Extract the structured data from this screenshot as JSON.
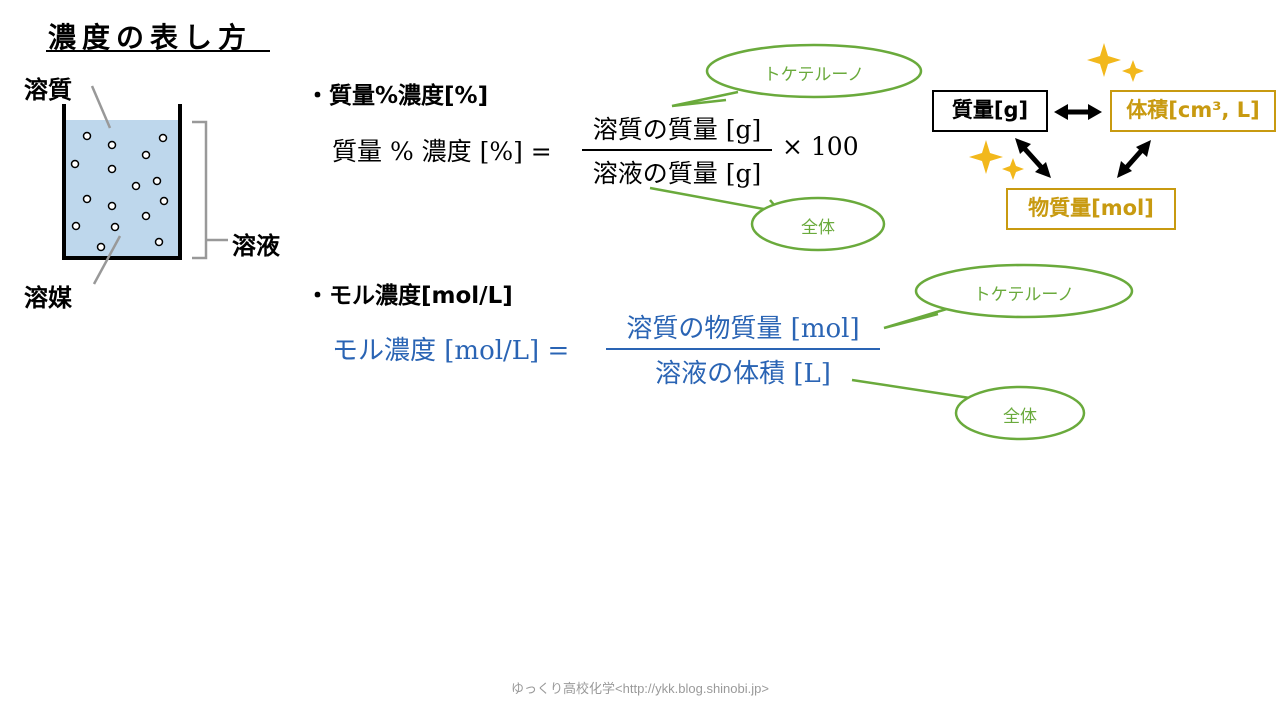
{
  "title": "濃度の表し方",
  "beaker": {
    "solute_label": "溶質",
    "solution_label": "溶液",
    "solvent_label": "溶媒"
  },
  "mass_percent": {
    "heading": "・質量%濃度[%]",
    "lhs": "質量 % 濃度 [%] =",
    "numerator": "溶質の質量 [g]",
    "denominator": "溶液の質量 [g]",
    "multiplier": "× 100",
    "bubble_top": "トケテルーノ",
    "bubble_bottom": "全体"
  },
  "molar": {
    "heading": "・モル濃度[mol/L]",
    "lhs": "モル濃度 [mol/L] =",
    "numerator": "溶質の物質量 [mol]",
    "denominator": "溶液の体積 [L]",
    "bubble_top": "トケテルーノ",
    "bubble_bottom": "全体"
  },
  "conversion": {
    "mass_box": "質量[g]",
    "volume_box": "体積[cm³, L]",
    "mole_box": "物質量[mol]"
  },
  "colors": {
    "formula_blue": "#2a64b4",
    "bubble_green": "#6aaa3c",
    "box_gold": "#c89a10",
    "sparkle": "#f2b81c",
    "beaker_fill": "#bed7ec"
  },
  "footer": "ゆっくり高校化学<http://ykk.blog.shinobi.jp>"
}
